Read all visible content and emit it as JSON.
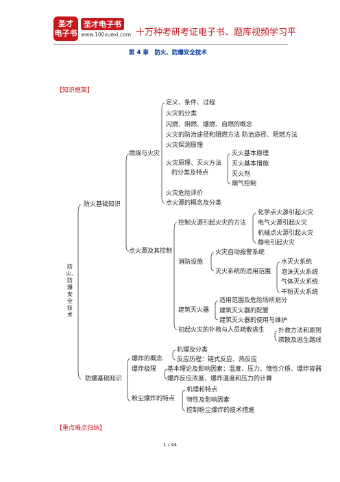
{
  "header": {
    "logo_line1": "圣才",
    "logo_line2": "电子书",
    "logo_name": "圣才电子书",
    "logo_url": "www.100xuexi.com",
    "slogan": "十万种考研考证电子书、题库视频学习平"
  },
  "chapter_title": "第 4 章　防火、防爆安全技术",
  "sections": {
    "framework": "【知识框架】",
    "key_points": "【重点难点归纳】"
  },
  "root_label": "防火、防爆安全技术",
  "tree": {
    "n1": "防火基础知识",
    "n2": "防爆基础知识",
    "n11": "燃烧与火灾",
    "n12": "点火源及其控制",
    "c1": "定义、条件、过程",
    "c2": "火灾的分类",
    "c3": "闪燃、阴燃、爆燃、自燃的概念",
    "c4": "火灾的防治途径和阻燃方法 防治途径、阻燃方法",
    "c5": "火灾探测原理",
    "c6a": "火灾原理、灭火方法",
    "c6b": "的分类及特点",
    "c6_1": "灭火基本原理",
    "c6_2": "灭火基本措施",
    "c6_3": "灭火剂",
    "c6_4": "烟气控制",
    "c7": "火灾危险评价",
    "c8": "点火源的概念及分类",
    "d1": "控制火源引起火灾的方法",
    "d1_1": "化学点火源引起火灾",
    "d1_2": "电气火源引起火灾",
    "d1_3": "机械点火源引起火灾",
    "d1_4": "静电引起火灾",
    "d2": "消防设施",
    "d2_1": "火灾自动报警系统",
    "d2_2": "灭火系统的适用范围",
    "d2_2_1": "水灭火系统",
    "d2_2_2": "泡沫灭火系统",
    "d2_2_3": "气体灭火系统",
    "d2_2_4": "干粉灭火系统",
    "d3": "建筑灭火器",
    "d3_1": "适用范围及危险场所划分",
    "d3_2": "建筑灭火器的配置",
    "d3_3": "建筑灭火器的使用与维护",
    "d4": "初起火灾的扑救与人员疏散逃生",
    "d4_1": "扑救方法和原则",
    "d4_2": "疏散及逃生路线",
    "e1": "爆炸的概念",
    "e1_1": "机理及分类",
    "e1_2": "反应历程：链式反应、热反应",
    "e2": "爆炸极限",
    "e2_1": "基本理论及影响因素：温度、压力、惰性介质、爆炸容器",
    "e2_2": "爆炸反应浓度、爆炸温度和压力的计算",
    "e3": "粉尘爆炸的特点",
    "e3_1": "机理和特点",
    "e3_2": "特性及影响因素",
    "e3_3": "控制粉尘爆炸的技术措施"
  },
  "footer": "1 / 44"
}
